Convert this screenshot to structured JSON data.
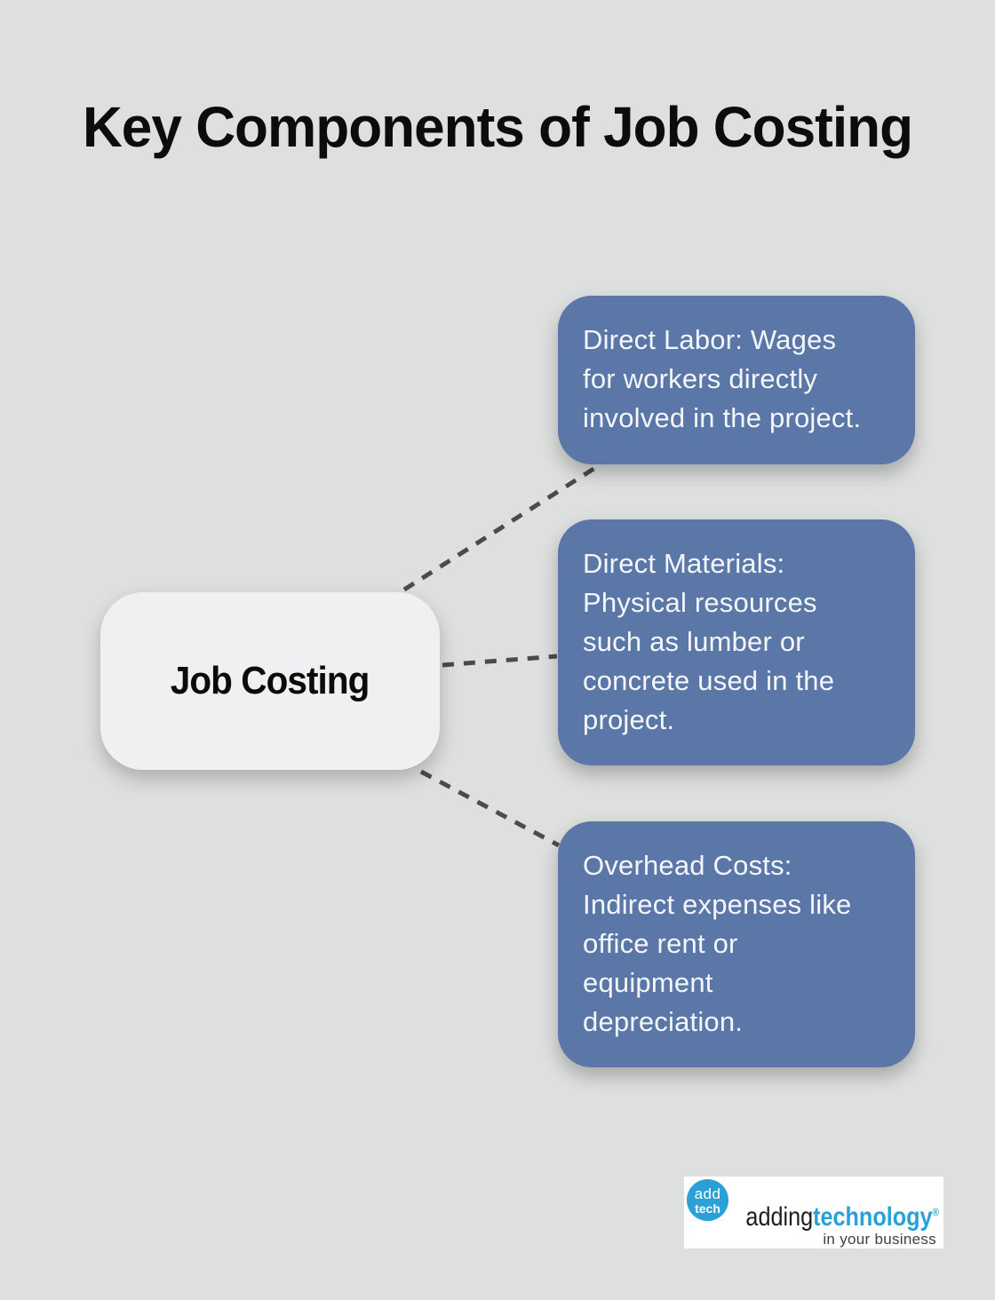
{
  "header": {
    "title": "Key Components of Job Costing"
  },
  "diagram": {
    "center_node": {
      "label": "Job Costing"
    },
    "branches": [
      {
        "text": "Direct Labor: Wages\nfor workers directly\ninvolved in the project."
      },
      {
        "text": "Direct Materials:\nPhysical resources\nsuch as lumber or\nconcrete used in the\nproject."
      },
      {
        "text": "Overhead Costs:\nIndirect expenses like\noffice rent or\nequipment\ndepreciation."
      }
    ]
  },
  "logo": {
    "badge_line1": "add",
    "badge_line2": "tech",
    "wordmark_black": "adding",
    "wordmark_blue": "technology",
    "registered_mark": "®",
    "tagline": "in your business"
  },
  "colors": {
    "background": "#dedfdf",
    "node_bg": "#eff0f1",
    "branch_bg": "#5a77a8",
    "branch_text": "#f4f6f9",
    "connector": "#4b4b4b",
    "brand_blue": "#2aa0d6",
    "title_text": "#0c0c0c"
  }
}
